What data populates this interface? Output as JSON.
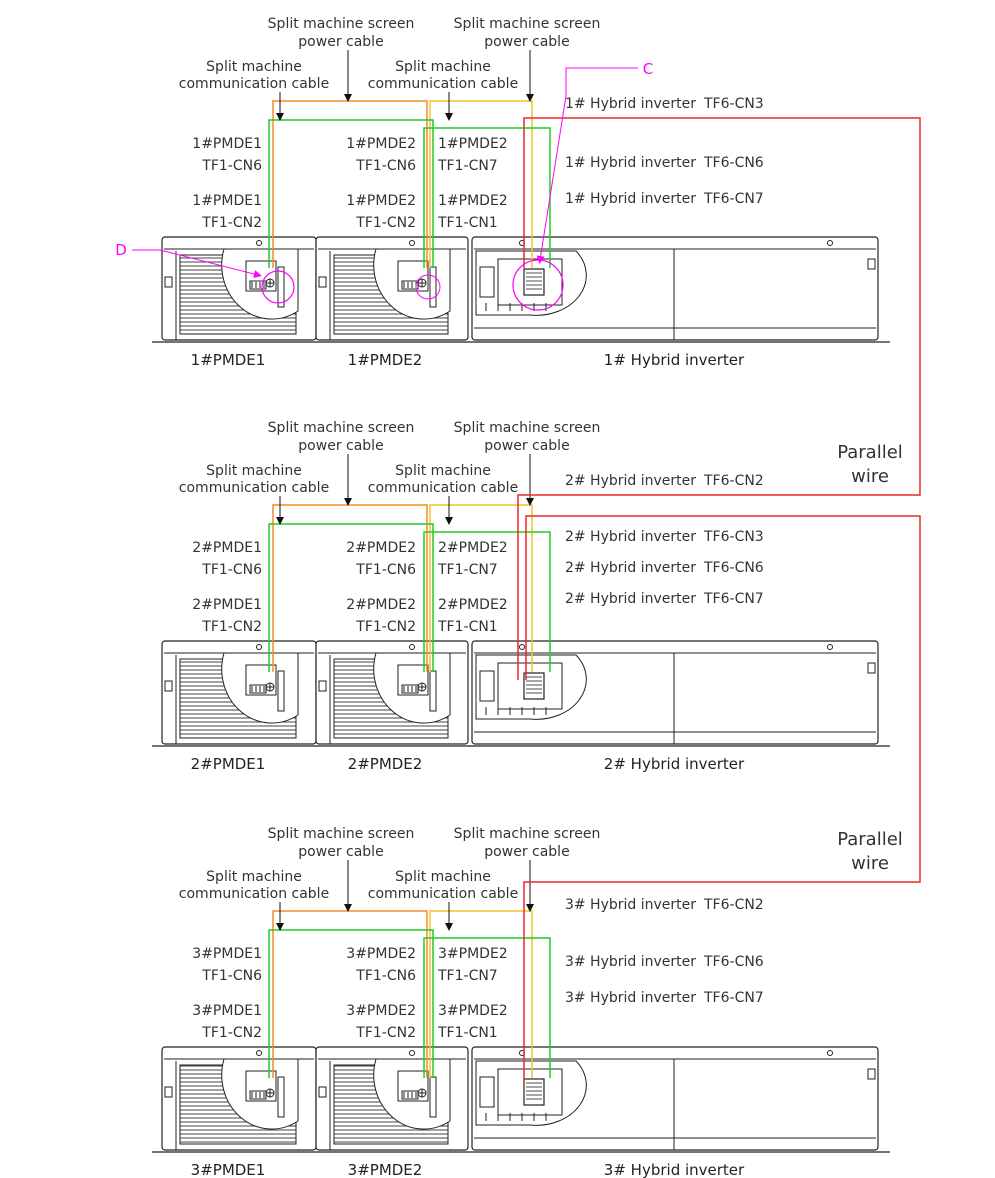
{
  "colors": {
    "orange": "#f28c28",
    "yellow": "#f2c12e",
    "green": "#22cc22",
    "red": "#e82a2a",
    "magenta": "#ff00ff",
    "text": "#333333",
    "equipment": "#222222"
  },
  "callouts": {
    "c": "C",
    "d": "D"
  },
  "parallel_label": {
    "line1": "Parallel",
    "line2": "wire"
  },
  "sections": [
    {
      "screen_power_left": [
        "Split machine screen",
        "power cable"
      ],
      "screen_power_right": [
        "Split machine screen",
        "power cable"
      ],
      "comm_left": [
        "Split machine",
        "communication cable"
      ],
      "comm_right": [
        "Split machine",
        "communication cable"
      ],
      "unit1_cn6": {
        "unit": "1#PMDE1",
        "port": "TF1-CN6"
      },
      "unit1_cn2": {
        "unit": "1#PMDE1",
        "port": "TF1-CN2"
      },
      "unit2_cn6": {
        "unit": "1#PMDE2",
        "port": "TF1-CN6"
      },
      "unit2_cn2": {
        "unit": "1#PMDE2",
        "port": "TF1-CN2"
      },
      "unit2_cn7": {
        "unit": "1#PMDE2",
        "port": "TF1-CN7"
      },
      "unit2_cn1": {
        "unit": "1#PMDE2",
        "port": "TF1-CN1"
      },
      "inverter_ports": [
        {
          "name": "1# Hybrid inverter",
          "port": "TF6-CN3",
          "color": "red"
        },
        {
          "name": "1# Hybrid inverter",
          "port": "TF6-CN6",
          "color": "yellow"
        },
        {
          "name": "1# Hybrid inverter",
          "port": "TF6-CN7",
          "color": "green"
        }
      ],
      "devices": [
        "1#PMDE1",
        "1#PMDE2",
        "1# Hybrid inverter"
      ]
    },
    {
      "screen_power_left": [
        "Split machine screen",
        "power cable"
      ],
      "screen_power_right": [
        "Split machine screen",
        "power cable"
      ],
      "comm_left": [
        "Split machine",
        "communication cable"
      ],
      "comm_right": [
        "Split machine",
        "communication cable"
      ],
      "unit1_cn6": {
        "unit": "2#PMDE1",
        "port": "TF1-CN6"
      },
      "unit1_cn2": {
        "unit": "2#PMDE1",
        "port": "TF1-CN2"
      },
      "unit2_cn6": {
        "unit": "2#PMDE2",
        "port": "TF1-CN6"
      },
      "unit2_cn2": {
        "unit": "2#PMDE2",
        "port": "TF1-CN2"
      },
      "unit2_cn7": {
        "unit": "2#PMDE2",
        "port": "TF1-CN7"
      },
      "unit2_cn1": {
        "unit": "2#PMDE2",
        "port": "TF1-CN1"
      },
      "inverter_ports": [
        {
          "name": "2# Hybrid inverter",
          "port": "TF6-CN2",
          "color": "red"
        },
        {
          "name": "2# Hybrid inverter",
          "port": "TF6-CN3",
          "color": "red"
        },
        {
          "name": "2# Hybrid inverter",
          "port": "TF6-CN6",
          "color": "yellow"
        },
        {
          "name": "2# Hybrid inverter",
          "port": "TF6-CN7",
          "color": "green"
        }
      ],
      "devices": [
        "2#PMDE1",
        "2#PMDE2",
        "2# Hybrid inverter"
      ]
    },
    {
      "screen_power_left": [
        "Split machine screen",
        "power cable"
      ],
      "screen_power_right": [
        "Split machine screen",
        "power cable"
      ],
      "comm_left": [
        "Split machine",
        "communication cable"
      ],
      "comm_right": [
        "Split machine",
        "communication cable"
      ],
      "unit1_cn6": {
        "unit": "3#PMDE1",
        "port": "TF1-CN6"
      },
      "unit1_cn2": {
        "unit": "3#PMDE1",
        "port": "TF1-CN2"
      },
      "unit2_cn6": {
        "unit": "3#PMDE2",
        "port": "TF1-CN6"
      },
      "unit2_cn2": {
        "unit": "3#PMDE2",
        "port": "TF1-CN2"
      },
      "unit2_cn7": {
        "unit": "3#PMDE2",
        "port": "TF1-CN7"
      },
      "unit2_cn1": {
        "unit": "3#PMDE2",
        "port": "TF1-CN1"
      },
      "inverter_ports": [
        {
          "name": "3# Hybrid inverter",
          "port": "TF6-CN2",
          "color": "red"
        },
        {
          "name": "3# Hybrid inverter",
          "port": "TF6-CN6",
          "color": "yellow"
        },
        {
          "name": "3# Hybrid inverter",
          "port": "TF6-CN7",
          "color": "green"
        }
      ],
      "devices": [
        "3#PMDE1",
        "3#PMDE2",
        "3# Hybrid inverter"
      ]
    }
  ]
}
